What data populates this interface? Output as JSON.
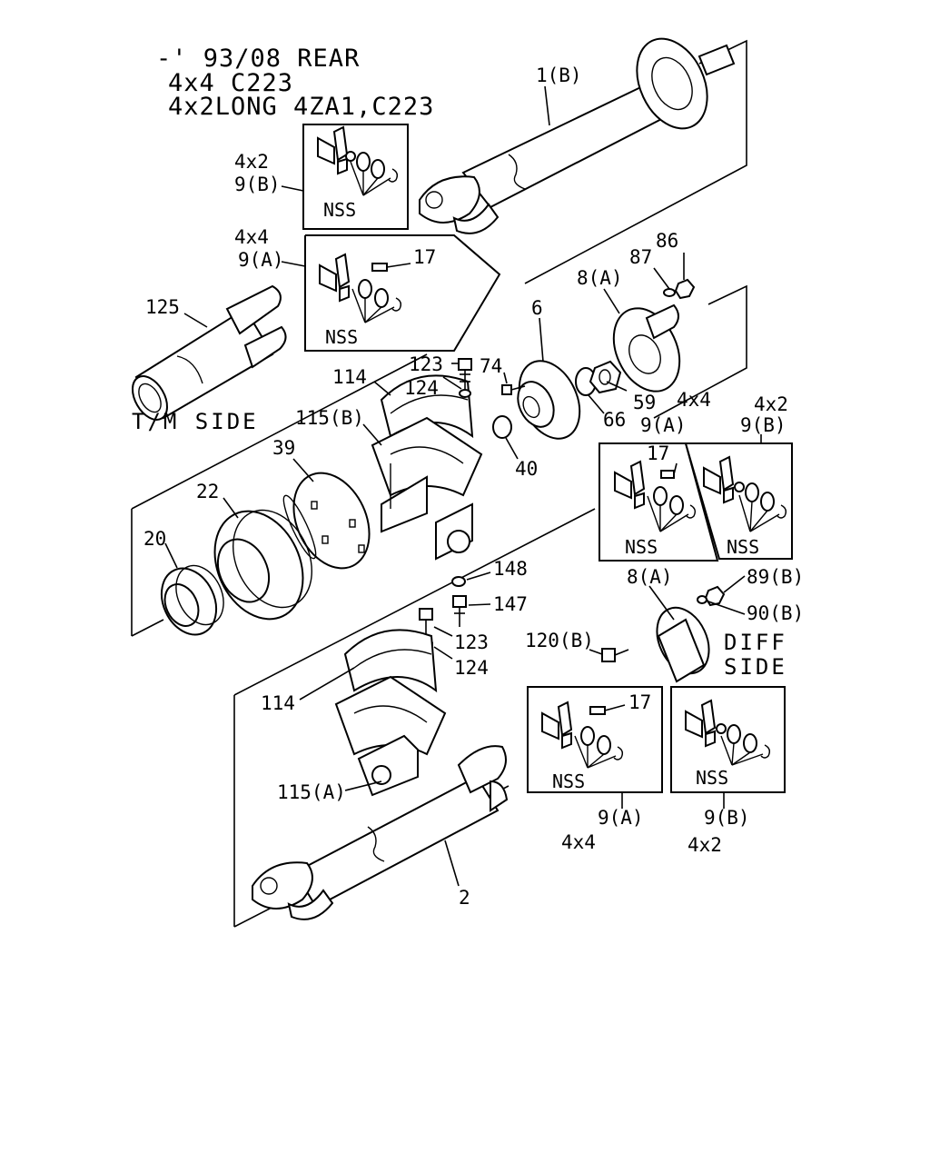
{
  "header": {
    "line1": "-' 93/08  REAR",
    "line2": "4x4 C223",
    "line3": "4x2LONG 4ZA1,C223"
  },
  "side_labels": {
    "tm_side": "T/M SIDE",
    "diff_side_1": "DIFF",
    "diff_side_2": "SIDE"
  },
  "insets": {
    "nss": "NSS",
    "top_4x2_variant": "4x2",
    "top_4x2_part": "9(B)",
    "top_4x4_variant": "4x4",
    "top_4x4_part": "9(A)",
    "top_4x4_grease": "17",
    "mid_4x4_variant": "4x4",
    "mid_4x4_part": "9(A)",
    "mid_4x4_grease": "17",
    "mid_4x2_variant": "4x2",
    "mid_4x2_part": "9(B)",
    "bot_4x4_part": "9(A)",
    "bot_4x4_variant": "4x4",
    "bot_4x4_grease": "17",
    "bot_4x2_part": "9(B)",
    "bot_4x2_variant": "4x2"
  },
  "callouts": {
    "p1b": "1(B)",
    "p125": "125",
    "p123_top": "123",
    "p124_top": "124",
    "p74": "74",
    "p6": "6",
    "p8a_top": "8(A)",
    "p87": "87",
    "p86": "86",
    "p114_top": "114",
    "p115b": "115(B)",
    "p59": "59",
    "p66": "66",
    "p40": "40",
    "p39": "39",
    "p22": "22",
    "p20": "20",
    "p148": "148",
    "p147": "147",
    "p123_bot": "123",
    "p124_bot": "124",
    "p8a_bot": "8(A)",
    "p89b": "89(B)",
    "p90b": "90(B)",
    "p120b": "120(B)",
    "p114_bot": "114",
    "p115a": "115(A)",
    "p2": "2"
  }
}
